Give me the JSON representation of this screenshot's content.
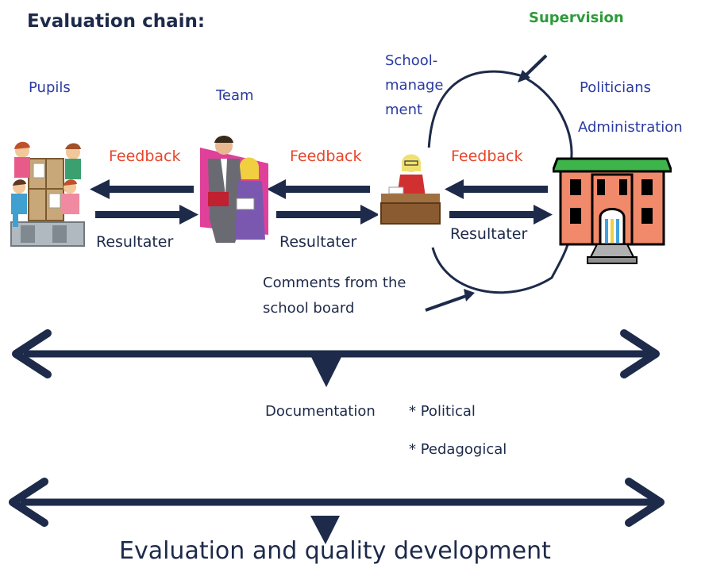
{
  "title": "Evaluation chain:",
  "supervision": "Supervision",
  "actors": {
    "pupils": "Pupils",
    "team": "Team",
    "school_management": [
      "School-",
      "manage",
      "ment"
    ],
    "politicians": "Politicians",
    "administration": "Administration"
  },
  "flows": [
    {
      "feedback": "Feedback",
      "results": "Resultater"
    },
    {
      "feedback": "Feedback",
      "results": "Resultater"
    },
    {
      "feedback": "Feedback",
      "results": "Resultater"
    }
  ],
  "comments": [
    "Comments from the",
    "school board"
  ],
  "documentation": {
    "label": "Documentation",
    "items": [
      "* Political",
      "* Pedagogical"
    ]
  },
  "footer": "Evaluation and quality development",
  "colors": {
    "arrow": "#1d2a4a",
    "feedback": "#e8452a",
    "actor": "#2a3aa0",
    "supervision": "#2e9b3a",
    "building_wall": "#f08a6a",
    "building_roof": "#3db54a"
  }
}
